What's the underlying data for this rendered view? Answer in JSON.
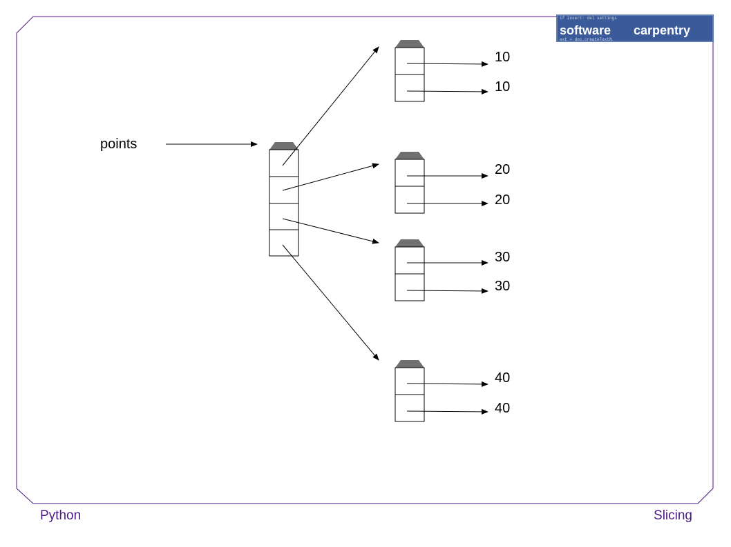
{
  "variable": {
    "name": "points"
  },
  "values": {
    "row1": [
      "10",
      "10"
    ],
    "row2": [
      "20",
      "20"
    ],
    "row3": [
      "30",
      "30"
    ],
    "row4": [
      "40",
      "40"
    ]
  },
  "footer": {
    "left": "Python",
    "right": "Slicing"
  },
  "logo": {
    "word1": "software",
    "word2": "carpentry",
    "code_lines": [
      "if insert: del settings",
      "ext = doc.createTextN"
    ]
  },
  "colors": {
    "frame": "#4b1a80",
    "cap": "#707070",
    "logo_bg": "#3a5a9a"
  }
}
